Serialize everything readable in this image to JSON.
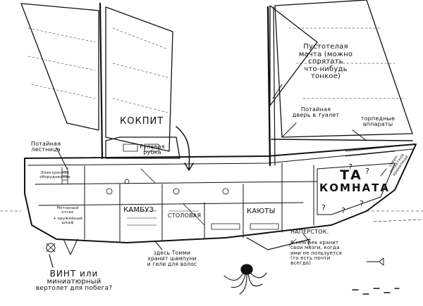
{
  "labels": {
    "hollow_mast": [
      "Пустотелая",
      "мачта (можно",
      "спрятать",
      "что-нибудь",
      "тонкое)"
    ],
    "secret_door": [
      "Потайная",
      "дверь в туалет"
    ],
    "torpedo": [
      "торпедные",
      "аппараты"
    ],
    "cockpit": "КОКПИТ",
    "wheelhouse": [
      "Рулевая",
      "рубка"
    ],
    "secret_ladder": [
      "Потайная",
      "лестница"
    ],
    "electronics": [
      "Электронное",
      "оборудование"
    ],
    "engine_room": [
      "Моторный",
      "отсек"
    ],
    "weapons": [
      "+ оружейный",
      "шкаф"
    ],
    "galley": "КАМБУЗ",
    "dining": "СТОЛОВАЯ",
    "cabins": "КАЮТЫ",
    "that_room": [
      "ТА",
      "КОМНАТА"
    ],
    "top_secret": [
      "сверх-",
      "секретное",
      "хранилище"
    ],
    "thimble_title": "НАПЕРСТОК.",
    "thimble_text": [
      "В нем Бек хранит",
      "свои мозги, когда",
      "ими не пользуется",
      "(то есть почти",
      "всегда)"
    ],
    "tommy": [
      "здесь Томми",
      "хранит шампуни",
      "и гели для волос"
    ],
    "propeller": [
      "ВИНТ или",
      "миниатюрный",
      "вертолет для побега?"
    ],
    "question_marks": "?"
  },
  "colors": {
    "ink": "#111111",
    "paper": "#ffffff"
  }
}
